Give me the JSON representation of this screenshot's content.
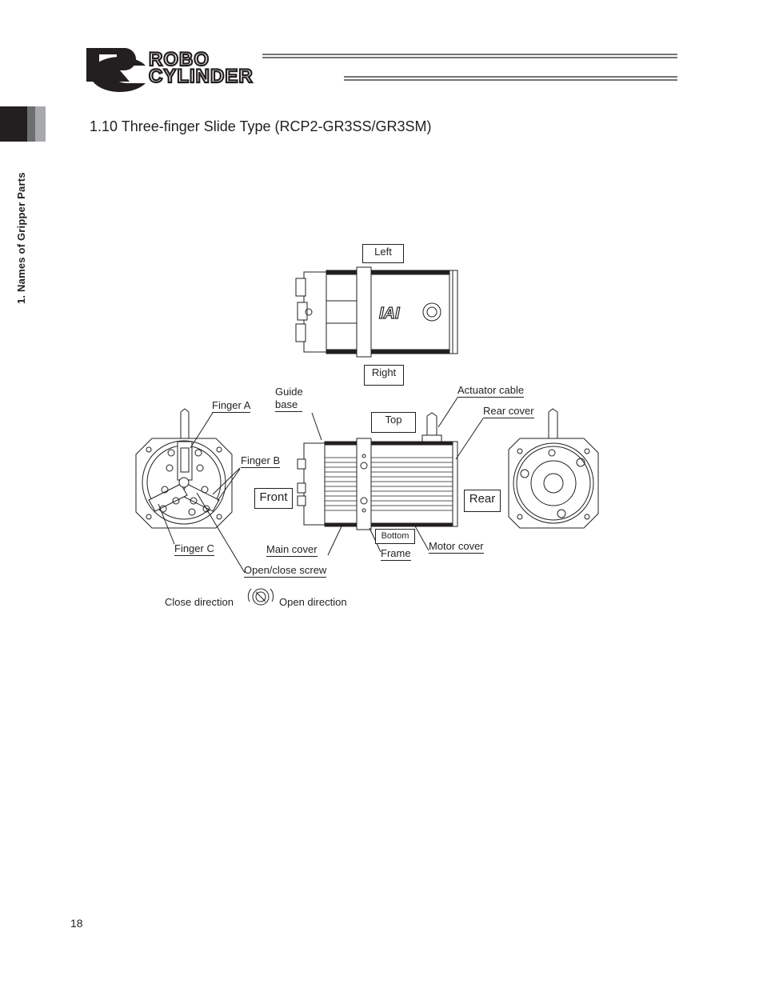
{
  "header": {
    "logo_letters": "RC",
    "logo_word1": "ROBO",
    "logo_word2": "CYLINDER"
  },
  "sidebar": {
    "section_label": "1. Names of Gripper Parts"
  },
  "section": {
    "title": "1.10  Three-finger Slide Type (RCP2-GR3SS/GR3SM)"
  },
  "diagram": {
    "brand_mark": "IAI",
    "labels": {
      "left": "Left",
      "right": "Right",
      "top": "Top",
      "bottom": "Bottom",
      "front": "Front",
      "rear": "Rear",
      "finger_a": "Finger A",
      "finger_b": "Finger B",
      "finger_c": "Finger C",
      "guide_base_1": "Guide",
      "guide_base_2": "base",
      "actuator_cable": "Actuator cable",
      "rear_cover": "Rear cover",
      "main_cover": "Main cover",
      "frame": "Frame",
      "motor_cover": "Motor cover",
      "open_close_screw": "Open/close screw",
      "close_direction": "Close direction",
      "open_direction": "Open direction"
    }
  },
  "footer": {
    "page_number": "18"
  }
}
